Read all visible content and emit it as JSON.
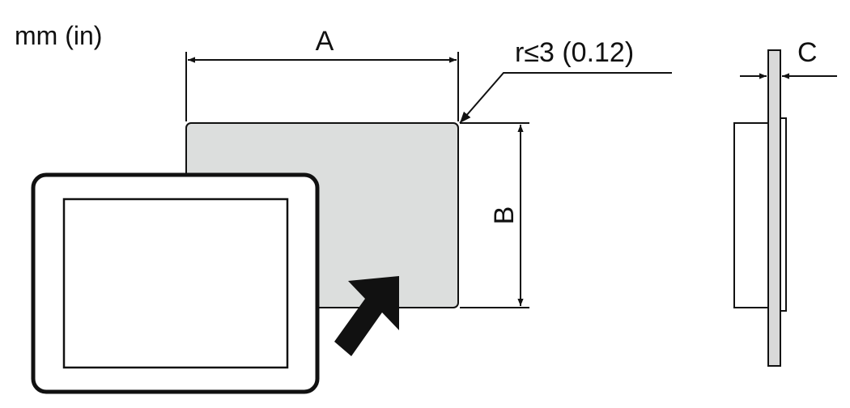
{
  "units_label": "mm (in)",
  "dimensions": {
    "a": "A",
    "b": "B",
    "c": "C",
    "corner_radius": "r≤3 (0.12)"
  },
  "colors": {
    "line": "#111111",
    "panel_cutout_fill": "#dcdedd",
    "panel_side_fill": "#d9d9d9",
    "background": "#ffffff"
  }
}
